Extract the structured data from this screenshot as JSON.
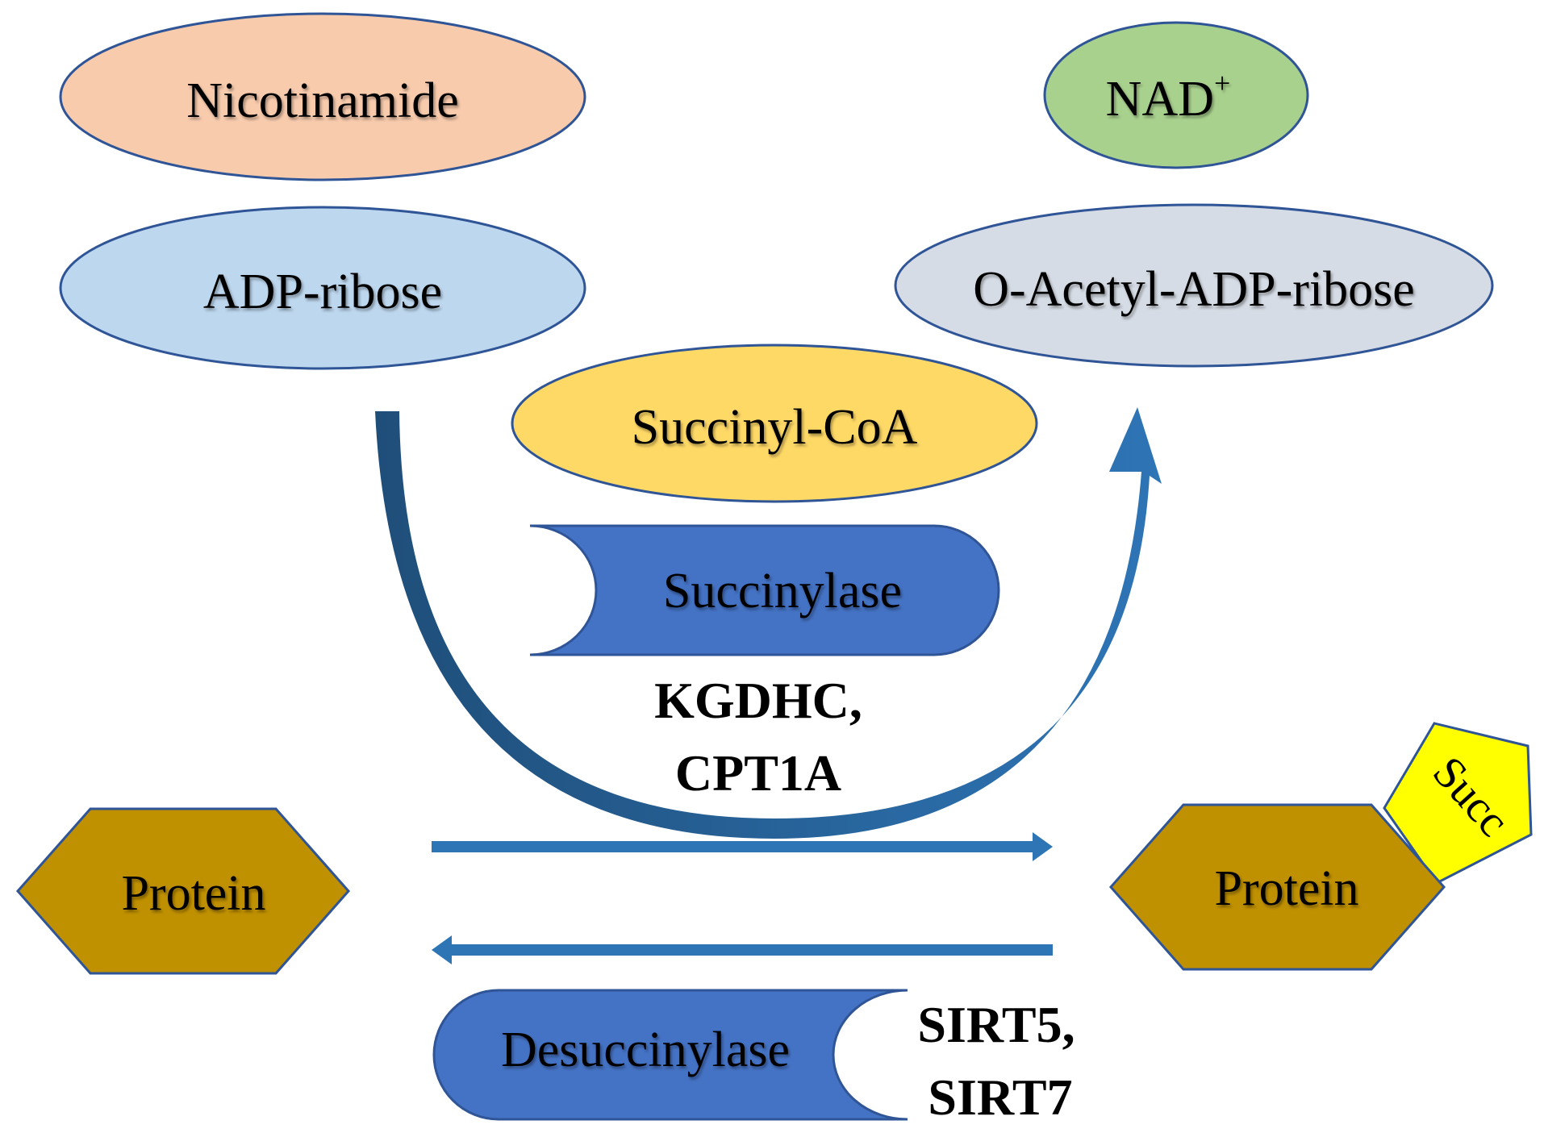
{
  "nodes": {
    "nicotinamide": {
      "label": "Nicotinamide",
      "fill": "#F8CBAD"
    },
    "nad": {
      "label": "NAD",
      "superscript": "+",
      "fill": "#A9D18E"
    },
    "adp_ribose": {
      "label": "ADP-ribose",
      "fill": "#BDD7EE"
    },
    "o_acetyl_adp_ribose": {
      "label": "O-Acetyl-ADP-ribose",
      "fill": "#D6DCE5"
    },
    "succinyl_coa": {
      "label": "Succinyl-CoA",
      "fill": "#FFD966"
    },
    "succinylase": {
      "label": "Succinylase",
      "fill": "#4472C4"
    },
    "desuccinylase": {
      "label": "Desuccinylase",
      "fill": "#4472C4"
    },
    "protein_left": {
      "label": "Protein",
      "fill": "#BF9000"
    },
    "protein_right": {
      "label": "Protein",
      "fill": "#BF9000"
    },
    "succ_tag": {
      "label": "Succ",
      "fill": "#FFFF00"
    }
  },
  "enzymes": {
    "succinylase_examples": [
      "KGDHC,",
      "CPT1A"
    ],
    "desuccinylase_examples": [
      "SIRT5,",
      "SIRT7"
    ]
  },
  "colors": {
    "arrow": "#2E75B6",
    "arrow_dark": "#1F4E79",
    "outline": "#2F5597"
  }
}
